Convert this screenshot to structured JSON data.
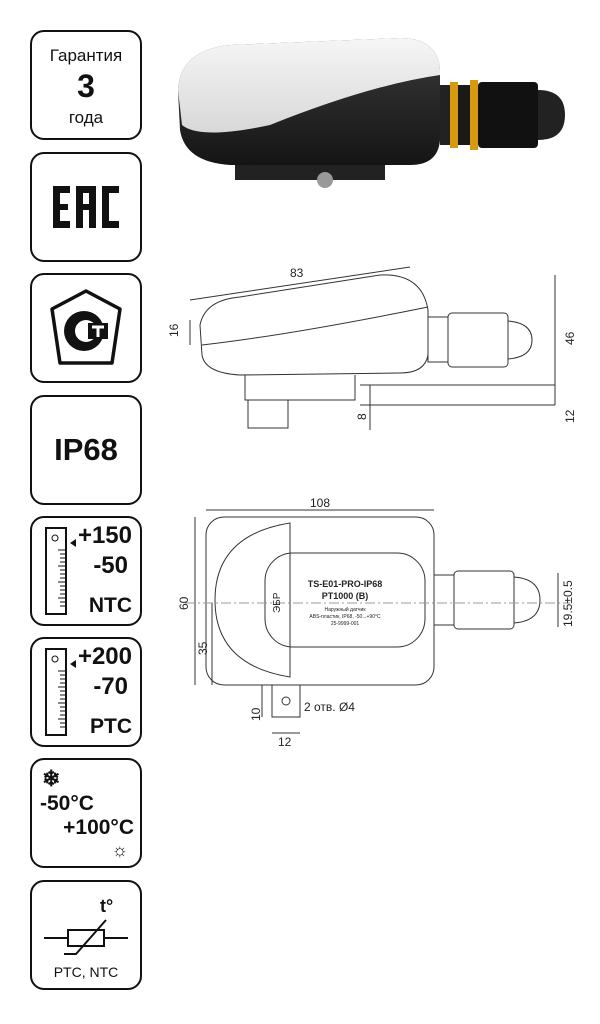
{
  "badges": {
    "warranty": {
      "top": "Гарантия",
      "number": "3",
      "bottom": "года"
    },
    "eac": {
      "logo": "EAC"
    },
    "gost": {
      "logo": "CT"
    },
    "ip": {
      "label": "IP68"
    },
    "ntc": {
      "max": "+150",
      "min": "-50",
      "type": "NTC"
    },
    "ptc": {
      "max": "+200",
      "min": "-70",
      "type": "PTC"
    },
    "operating": {
      "min": "-50°C",
      "max": "+100°C",
      "cold_icon": "snowflake-icon",
      "hot_icon": "sun-icon"
    },
    "sensor": {
      "symbol": "t°",
      "label": "PTC, NTC"
    }
  },
  "side_view": {
    "dim_length": "83",
    "dim_left": "16",
    "dim_height": "46",
    "dim_bracket": "8",
    "dim_right_bottom": "12"
  },
  "top_view": {
    "dim_length": "108",
    "dim_height": "60",
    "dim_center": "35",
    "dim_bracket_h": "10",
    "dim_bracket_w": "12",
    "holes": "2 отв. Ø4",
    "dim_connector": "19.5±0.5",
    "label": {
      "model": "TS-E01-PRO-IP68",
      "sensor": "PT1000 (B)",
      "line1": "Наружный датчик",
      "line2": "ABS-пластик, IP68, -50...+90°C",
      "line3": "25-9999-001",
      "brand": "ЭБР"
    }
  }
}
